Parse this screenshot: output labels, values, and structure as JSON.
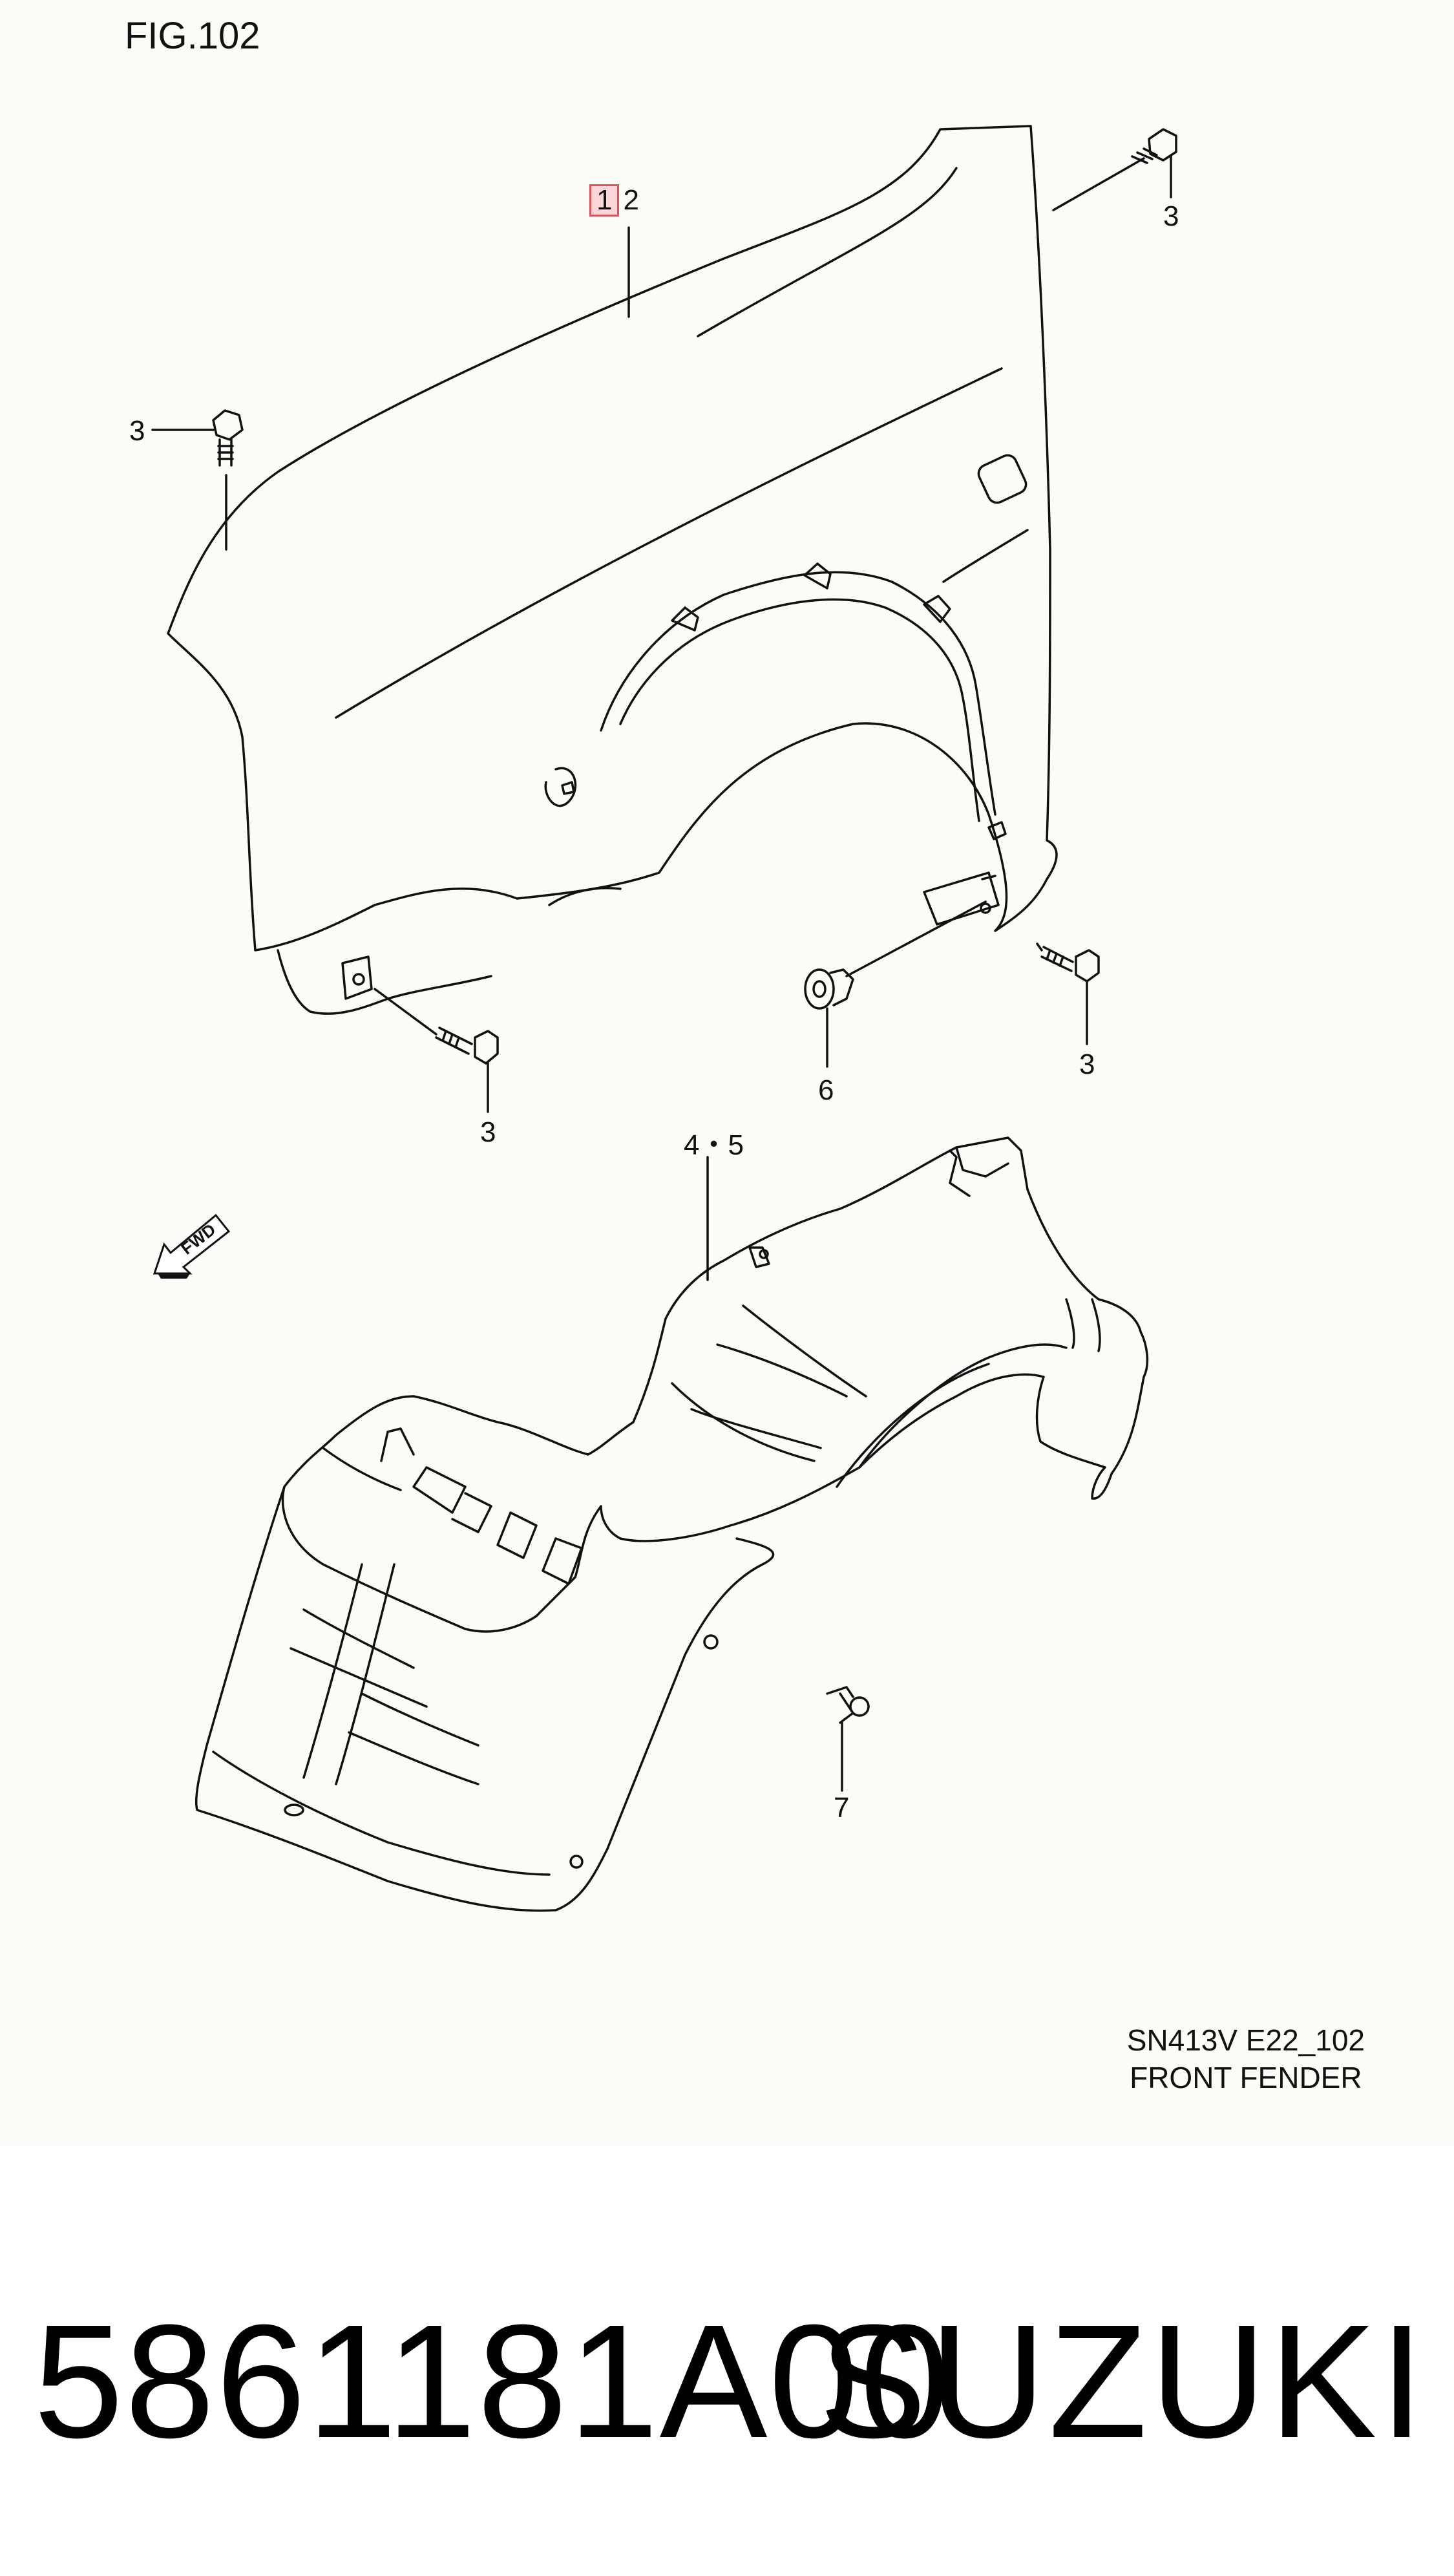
{
  "figure": {
    "title": "FIG.102",
    "code": "SN413V E22_102",
    "name": "FRONT FENDER"
  },
  "callouts": [
    {
      "id": "fender",
      "text": "2",
      "highlight": "1"
    },
    {
      "id": "bolt-top-right",
      "text": "3"
    },
    {
      "id": "bolt-left",
      "text": "3"
    },
    {
      "id": "bolt-bottom",
      "text": "3"
    },
    {
      "id": "bolt-right",
      "text": "3"
    },
    {
      "id": "clip",
      "text": "6"
    },
    {
      "id": "liner",
      "text": "4・5"
    },
    {
      "id": "rivet",
      "text": "7"
    }
  ],
  "direction_arrow": "FWD",
  "part_number": "5861181A00",
  "brand": "SUZUKI",
  "colors": {
    "highlight_fill": "#fbd6d9",
    "highlight_border": "#e0545e",
    "line": "#111111",
    "background": "#fbfbf7"
  }
}
